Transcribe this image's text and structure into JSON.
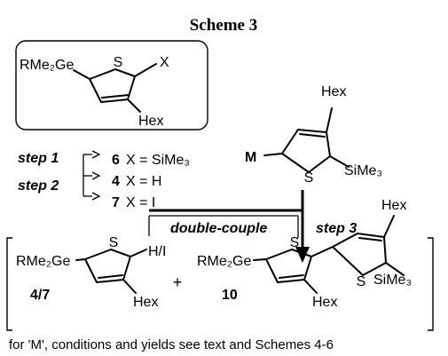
{
  "title": "Scheme 3",
  "boxed_compound": {
    "group": "RMe₂Ge",
    "x_label": "X",
    "s_label": "S",
    "hex_label": "Hex"
  },
  "reagent": {
    "m_label": "M",
    "s_label": "S",
    "hex_label": "Hex",
    "sime3_label": "SiMe₃"
  },
  "steps": {
    "step1": "step 1",
    "step2": "step 2",
    "step3": "step 3",
    "double_couple": "double-couple"
  },
  "variants": [
    {
      "number": "6",
      "text": "X = SiMe₃"
    },
    {
      "number": "4",
      "text": "X = H"
    },
    {
      "number": "7",
      "text": "X = I"
    }
  ],
  "product_47": {
    "group": "RMe₂Ge",
    "s_label": "S",
    "hi_label": "H/I",
    "hex_label": "Hex",
    "number": "4/7"
  },
  "plus": "+",
  "product_10": {
    "group": "RMe₂Ge",
    "s1_label": "S",
    "s2_label": "S",
    "hex1_label": "Hex",
    "hex2_label": "Hex",
    "sime3_label": "SiMe₃",
    "number": "10"
  },
  "footnote": "for 'M', conditions and yields see text and Schemes 4-6"
}
